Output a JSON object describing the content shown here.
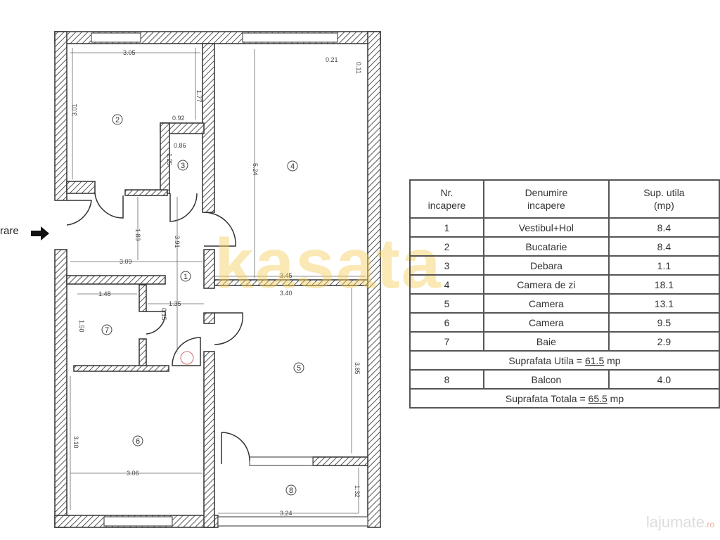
{
  "entry_label": "rare",
  "watermark": "kasata",
  "site_logo": {
    "name": "lajumate",
    "tld": ".ro"
  },
  "rooms": [
    "1",
    "2",
    "3",
    "4",
    "5",
    "6",
    "7",
    "8"
  ],
  "dimensions": {
    "d305": "3.05",
    "d301": "3.01",
    "d177": "1.77",
    "d092": "0.92",
    "d086": "0.86",
    "d125": "1.25",
    "d021": "0.21",
    "d011": "0.11",
    "d524": "5.24",
    "d183": "1.83",
    "d391": "3.91",
    "d309": "3.09",
    "d345": "3.45",
    "d340": "3.40",
    "d148": "1.48",
    "d135": "1.35",
    "d150": "1.50",
    "d015": "0.15",
    "d385": "3.85",
    "d310": "3.10",
    "d306": "3.06",
    "d324": "3.24",
    "d132": "1.32"
  },
  "table": {
    "headers": [
      "Nr.\nincapere",
      "Denumire\nincapere",
      "Sup. utila\n(mp)"
    ],
    "rows": [
      {
        "nr": "1",
        "name": "Vestibul+Hol",
        "area": "8.4"
      },
      {
        "nr": "2",
        "name": "Bucatarie",
        "area": "8.4"
      },
      {
        "nr": "3",
        "name": "Debara",
        "area": "1.1"
      },
      {
        "nr": "4",
        "name": "Camera de zi",
        "area": "18.1"
      },
      {
        "nr": "5",
        "name": "Camera",
        "area": "13.1"
      },
      {
        "nr": "6",
        "name": "Camera",
        "area": "9.5"
      },
      {
        "nr": "7",
        "name": "Baie",
        "area": "2.9"
      }
    ],
    "utila": {
      "label": "Suprafata Utila = ",
      "value": "61.5",
      "unit": " mp"
    },
    "balcon": {
      "nr": "8",
      "name": "Balcon",
      "area": "4.0"
    },
    "totala": {
      "label": "Suprafata Totala = ",
      "value": "65.5",
      "unit": " mp"
    }
  }
}
